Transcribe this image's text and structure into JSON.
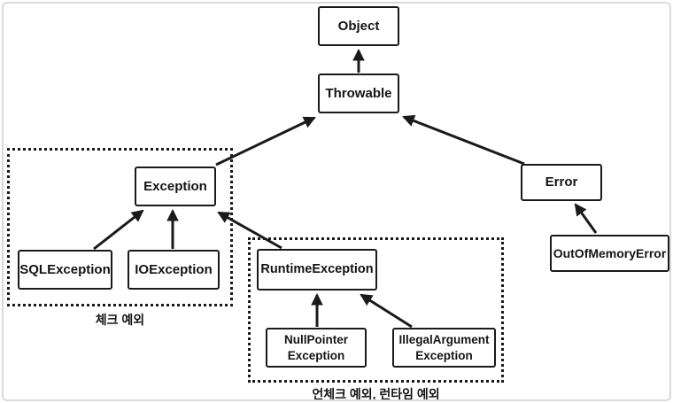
{
  "diagram": {
    "type": "class-hierarchy",
    "nodes": {
      "object": {
        "label": "Object"
      },
      "throwable": {
        "label": "Throwable"
      },
      "exception": {
        "label": "Exception"
      },
      "sql_exception": {
        "label": "SQLException"
      },
      "io_exception": {
        "label": "IOException"
      },
      "runtime_exception": {
        "label": "RuntimeException"
      },
      "null_pointer_exception": {
        "label": "NullPointer\nException"
      },
      "illegal_argument_exception": {
        "label": "IllegalArgument\nException"
      },
      "error": {
        "label": "Error"
      },
      "out_of_memory_error": {
        "label": "OutOfMemoryError"
      }
    },
    "edges": [
      {
        "from": "Throwable",
        "to": "Object"
      },
      {
        "from": "Exception",
        "to": "Throwable"
      },
      {
        "from": "Error",
        "to": "Throwable"
      },
      {
        "from": "SQLException",
        "to": "Exception"
      },
      {
        "from": "IOException",
        "to": "Exception"
      },
      {
        "from": "RuntimeException",
        "to": "Exception"
      },
      {
        "from": "NullPointerException",
        "to": "RuntimeException"
      },
      {
        "from": "IllegalArgumentException",
        "to": "RuntimeException"
      },
      {
        "from": "OutOfMemoryError",
        "to": "Error"
      }
    ],
    "groups": [
      {
        "label": "체크 예외",
        "members": [
          "Exception",
          "SQLException",
          "IOException"
        ]
      },
      {
        "label": "언체크 예외, 런타임 예외",
        "members": [
          "RuntimeException",
          "NullPointerException",
          "IllegalArgumentException"
        ]
      }
    ],
    "colors": {
      "line": "#1a1a1a",
      "box_border": "#1a1a1a",
      "background": "#ffffff",
      "frame_border": "#d9d9d9"
    }
  }
}
